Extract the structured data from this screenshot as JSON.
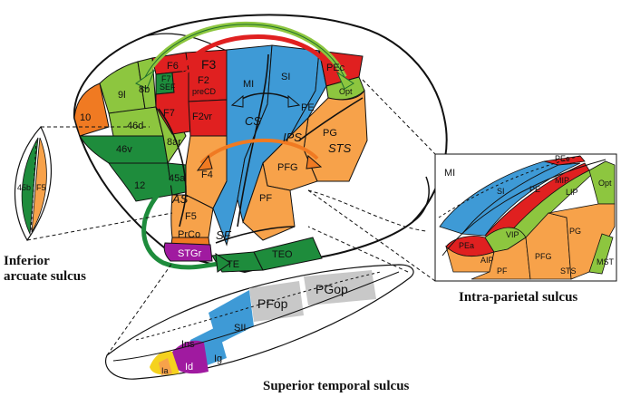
{
  "brain": {
    "areas": {
      "a10": "10",
      "a9l": "9l",
      "a8b": "8b",
      "a46d": "46d",
      "a46v": "46v",
      "a8ar": "8ar",
      "a45a": "45a",
      "a12": "12",
      "F6": "F6",
      "F7": "F7",
      "F7SEF": "F7",
      "SEF": "SEF",
      "F3": "F3",
      "F2": "F2",
      "preCD": "preCD",
      "F2vr": "F2vr",
      "F4": "F4",
      "F5": "F5",
      "PrCo": "PrCo",
      "STGr": "STGr",
      "MI": "MI",
      "SI": "SI",
      "PE": "PE",
      "PEc": "PEc",
      "Opt": "Opt",
      "PG": "PG",
      "PFG": "PFG",
      "PF": "PF",
      "TE": "TE",
      "TEO": "TEO"
    },
    "sulci": {
      "CS": "CS",
      "IPS": "IPS",
      "STS": "STS",
      "AS": "AS",
      "SF": "SF"
    }
  },
  "arcuate_inset": {
    "areas": {
      "a45b": "45b",
      "F5": "F5"
    },
    "caption_line1": "Inferior",
    "caption_line2": "arcuate sulcus"
  },
  "parietal_inset": {
    "areas": {
      "MI": "MI",
      "SI": "SI",
      "PE": "PE",
      "PEc": "PEc",
      "MIP": "MIP",
      "LIP": "LIP",
      "Opt": "Opt",
      "VIP": "VIP",
      "PEa": "PEa",
      "AIP": "AIP",
      "PG": "PG",
      "PFG": "PFG",
      "PF": "PF",
      "STS": "STS",
      "MST": "MST"
    },
    "caption": "Intra-parietal sulcus"
  },
  "temporal_inset": {
    "areas": {
      "SII": "SII",
      "PFop": "PFop",
      "PGop": "PGop",
      "Ins": "Ins",
      "Id": "Id",
      "Ig": "Ig",
      "Ia": "Ia"
    },
    "caption": "Superior temporal sulcus"
  },
  "colors": {
    "red": "#e02020",
    "dark_green": "#1e8c3c",
    "light_green": "#8dc63f",
    "orange": "#f7a24a",
    "dark_orange": "#f07a22",
    "blue": "#3e9ad6",
    "purple": "#a01aa0",
    "yellow": "#f5d21e",
    "gray": "#c8c8c8"
  }
}
